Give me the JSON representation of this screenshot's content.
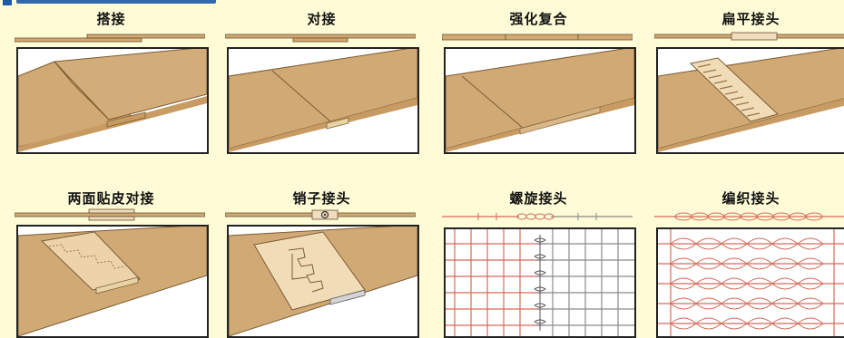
{
  "colors": {
    "background": "#fefbd7",
    "belt": "#d1a974",
    "belt_edge": "#9a7647",
    "red_wire": "#d46a5a",
    "gray_wire": "#8a8a8a"
  },
  "joints": [
    {
      "label": "搭接"
    },
    {
      "label": "对接"
    },
    {
      "label": "强化复合"
    },
    {
      "label": "扁平接头"
    },
    {
      "label": "两面贴皮对接"
    },
    {
      "label": "销子接头"
    },
    {
      "label": "螺旋接头"
    },
    {
      "label": "编织接头"
    }
  ]
}
